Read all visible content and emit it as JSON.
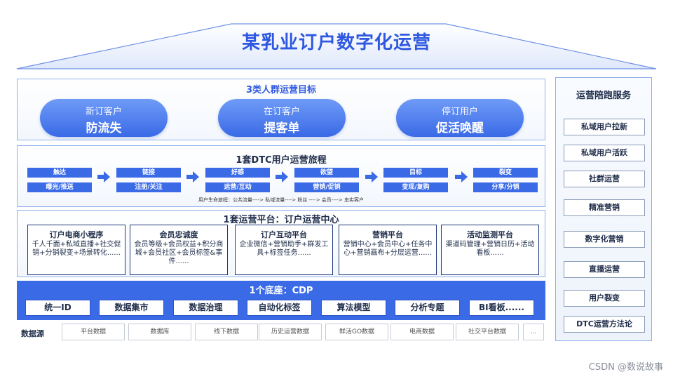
{
  "title": "某乳业订户数字化运营",
  "goals": {
    "title": "3类人群运营目标",
    "items": [
      {
        "top": "新订客户",
        "main": "防流失"
      },
      {
        "top": "在订客户",
        "main": "提客单"
      },
      {
        "top": "停订用户",
        "main": "促活唤醒"
      }
    ]
  },
  "journey": {
    "title": "1套DTC用户运营旅程",
    "stages": [
      {
        "a": "触达",
        "b": "曝光/推送"
      },
      {
        "a": "链接",
        "b": "注册/关注"
      },
      {
        "a": "好感",
        "b": "运营/互动"
      },
      {
        "a": "欲望",
        "b": "营销/促销"
      },
      {
        "a": "目标",
        "b": "变现/复购"
      },
      {
        "a": "裂变",
        "b": "分享/分销"
      }
    ],
    "lifecycle": "用户生命旅程：公共流量----> 私域流量----> 粉丝 ----> 会员----> 忠实客户"
  },
  "platform": {
    "title": "1套运营平台：订户运营中心",
    "cards": [
      {
        "title": "订户电商小程序",
        "desc": "千人千面+私域直播+社交促销+分销裂变+场景转化......"
      },
      {
        "title": "会员忠诚度",
        "desc": "会员等级+会员权益+积分商城+会员社区+会员标签&事件......"
      },
      {
        "title": "订户互动平台",
        "desc": "企业微信+营销助手+群发工具+标签任务......"
      },
      {
        "title": "营销平台",
        "desc": "营销中心+会员中心+任务中心+营销画布+分层运营......"
      },
      {
        "title": "活动监测平台",
        "desc": "渠道码管理+营销日历+活动看板......"
      }
    ]
  },
  "cdp": {
    "title": "1个底座：CDP",
    "items": [
      "统一ID",
      "数据集市",
      "数据治理",
      "自动化标签",
      "算法模型",
      "分析专题",
      "BI看板......"
    ]
  },
  "datasources": {
    "label": "数据源",
    "items": [
      "平台数据",
      "数据库",
      "线下数据",
      "历史运营数据",
      "鲜活GO数据",
      "电商数据",
      "社交平台数据",
      "..."
    ]
  },
  "sidebar": {
    "title": "运营陪跑服务",
    "items": [
      "私域用户拉新",
      "私域用户活跃",
      "社群运营",
      "精准营销",
      "数字化营销",
      "直播运营",
      "用户裂变",
      "DTC运营方法论"
    ]
  },
  "watermark": "CSDN @数说故事",
  "colors": {
    "primary": "#3a6ae6",
    "title": "#2e58e0",
    "border": "#8fb0ea"
  }
}
